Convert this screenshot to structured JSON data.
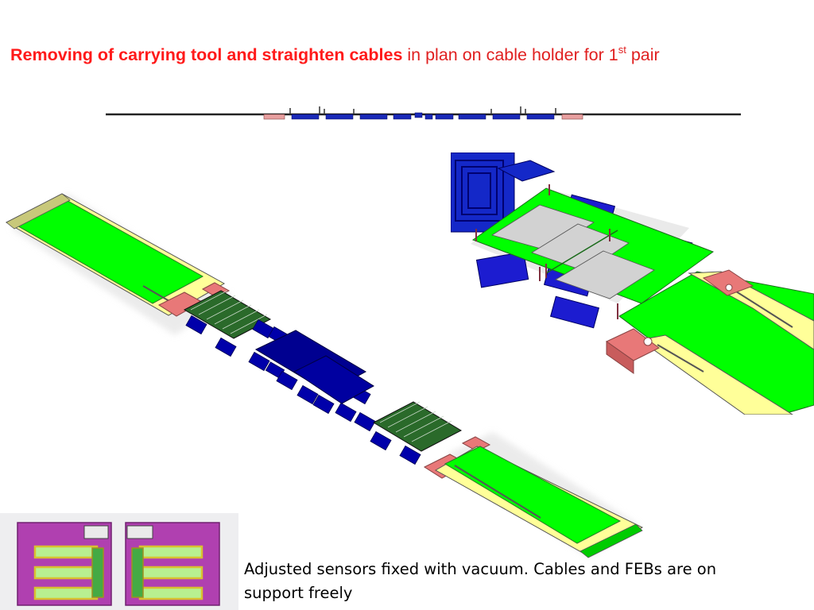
{
  "title": {
    "bold_text": "Removing of carrying tool and straighten cables",
    "normal_text": " in plan on cable holder for 1",
    "superscript": "st",
    "suffix": " pair",
    "bold_color": "#ff1a1a",
    "normal_color": "#e02020"
  },
  "caption": {
    "text": "Adjusted sensors fixed with vacuum. Cables and FEBs are on support freely"
  },
  "colors": {
    "cable_green": "#00ff00",
    "support_yellow": "#ffff99",
    "holder_pink": "#e87878",
    "feb_blue": "#0000aa",
    "sensor_gray": "#d2d2d2",
    "vacuum_frame_purple": "#b040b0"
  }
}
